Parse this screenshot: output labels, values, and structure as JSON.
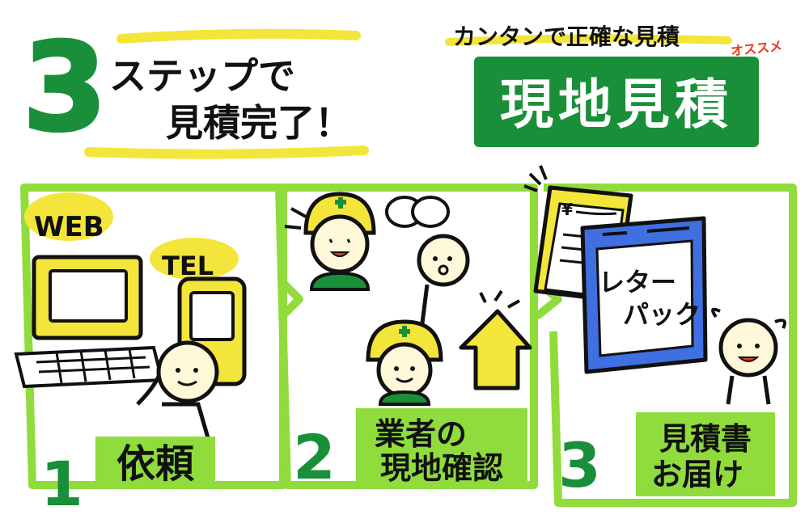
{
  "header": {
    "big_number": "3",
    "line1": "ステップで",
    "line2": "見積完了！"
  },
  "badge": {
    "subtitle": "カンタンで正確な見積",
    "recommend": "オススメ",
    "title": "現地見積"
  },
  "steps": [
    {
      "number": "1",
      "label": "依頼",
      "web": "WEB",
      "tel": "TEL"
    },
    {
      "number": "2",
      "label_line1": "業者の",
      "label_line2": "現地確認"
    },
    {
      "number": "3",
      "label_line1": "見積書",
      "label_line2": "お届け",
      "doc_yen": "¥",
      "parcel_line1": "レター",
      "parcel_line2": "パック"
    }
  ],
  "colors": {
    "green": "#1a8f3a",
    "light_green": "#8fdc3c",
    "yellow": "#f4e53a",
    "blue": "#3f6fe0",
    "skin": "#fff8d8"
  }
}
